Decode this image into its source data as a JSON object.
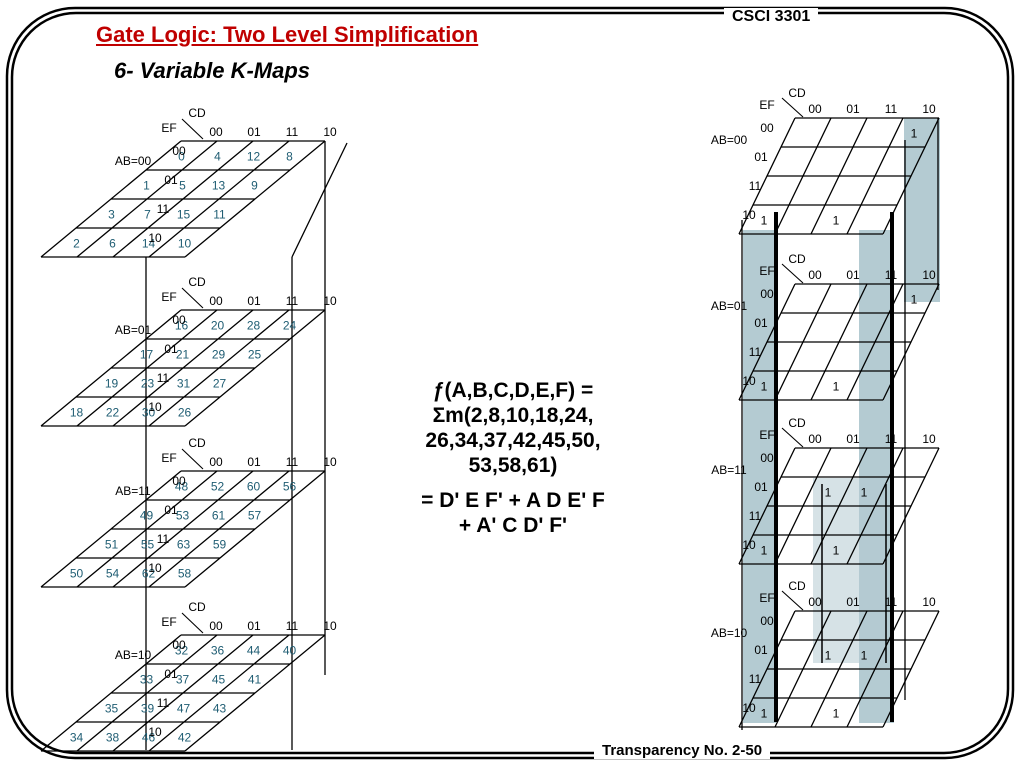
{
  "header": {
    "title": "Gate Logic: Two Level Simplification",
    "subtitle": "6- Variable K-Maps",
    "course": "CSCI 3301",
    "footer": "Transparency No. 2-50"
  },
  "kmap": {
    "var_label_cd": "CD",
    "var_label_ef": "EF",
    "codes": [
      "00",
      "01",
      "11",
      "10"
    ],
    "left_maps": [
      {
        "label": "AB=00",
        "cells": [
          [
            "0",
            "4",
            "12",
            "8"
          ],
          [
            "1",
            "5",
            "13",
            "9"
          ],
          [
            "3",
            "7",
            "15",
            "11"
          ],
          [
            "2",
            "6",
            "14",
            "10"
          ]
        ]
      },
      {
        "label": "AB=01",
        "cells": [
          [
            "16",
            "20",
            "28",
            "24"
          ],
          [
            "17",
            "21",
            "29",
            "25"
          ],
          [
            "19",
            "23",
            "31",
            "27"
          ],
          [
            "18",
            "22",
            "30",
            "26"
          ]
        ]
      },
      {
        "label": "AB=11",
        "cells": [
          [
            "48",
            "52",
            "60",
            "56"
          ],
          [
            "49",
            "53",
            "61",
            "57"
          ],
          [
            "51",
            "55",
            "63",
            "59"
          ],
          [
            "50",
            "54",
            "62",
            "58"
          ]
        ]
      },
      {
        "label": "AB=10",
        "cells": [
          [
            "32",
            "36",
            "44",
            "40"
          ],
          [
            "33",
            "37",
            "45",
            "41"
          ],
          [
            "35",
            "39",
            "47",
            "43"
          ],
          [
            "34",
            "38",
            "46",
            "42"
          ]
        ]
      }
    ],
    "right_maps": [
      {
        "label": "AB=00",
        "ones": [
          {
            "row": 0,
            "col": 3,
            "text": "1"
          },
          {
            "row": 3,
            "col": 0,
            "text": "1"
          },
          {
            "row": 3,
            "col": 2,
            "text": "1"
          }
        ]
      },
      {
        "label": "AB=01",
        "ones": [
          {
            "row": 0,
            "col": 3,
            "text": "1"
          },
          {
            "row": 3,
            "col": 0,
            "text": "1"
          },
          {
            "row": 3,
            "col": 2,
            "text": "1"
          }
        ]
      },
      {
        "label": "AB=11",
        "ones": [
          {
            "row": 1,
            "col": 1,
            "text": "1"
          },
          {
            "row": 1,
            "col": 2,
            "text": "1"
          },
          {
            "row": 3,
            "col": 0,
            "text": "1"
          },
          {
            "row": 3,
            "col": 2,
            "text": "1"
          }
        ]
      },
      {
        "label": "AB=10",
        "ones": [
          {
            "row": 1,
            "col": 1,
            "text": "1"
          },
          {
            "row": 1,
            "col": 2,
            "text": "1"
          },
          {
            "row": 3,
            "col": 0,
            "text": "1"
          },
          {
            "row": 3,
            "col": 2,
            "text": "1"
          }
        ]
      }
    ]
  },
  "formula": {
    "lines": [
      "ƒ(A,B,C,D,E,F) =",
      "Σm(2,8,10,18,24,",
      "26,34,37,42,45,50,",
      "53,58,61)"
    ],
    "result_lines": [
      "= D' E F'  +  A D E' F",
      "+  A' C D' F'"
    ]
  },
  "colors": {
    "title": "#c00000",
    "number": "#1f5d73",
    "group_fill": "#b4cbd2",
    "frame": "#000000"
  }
}
